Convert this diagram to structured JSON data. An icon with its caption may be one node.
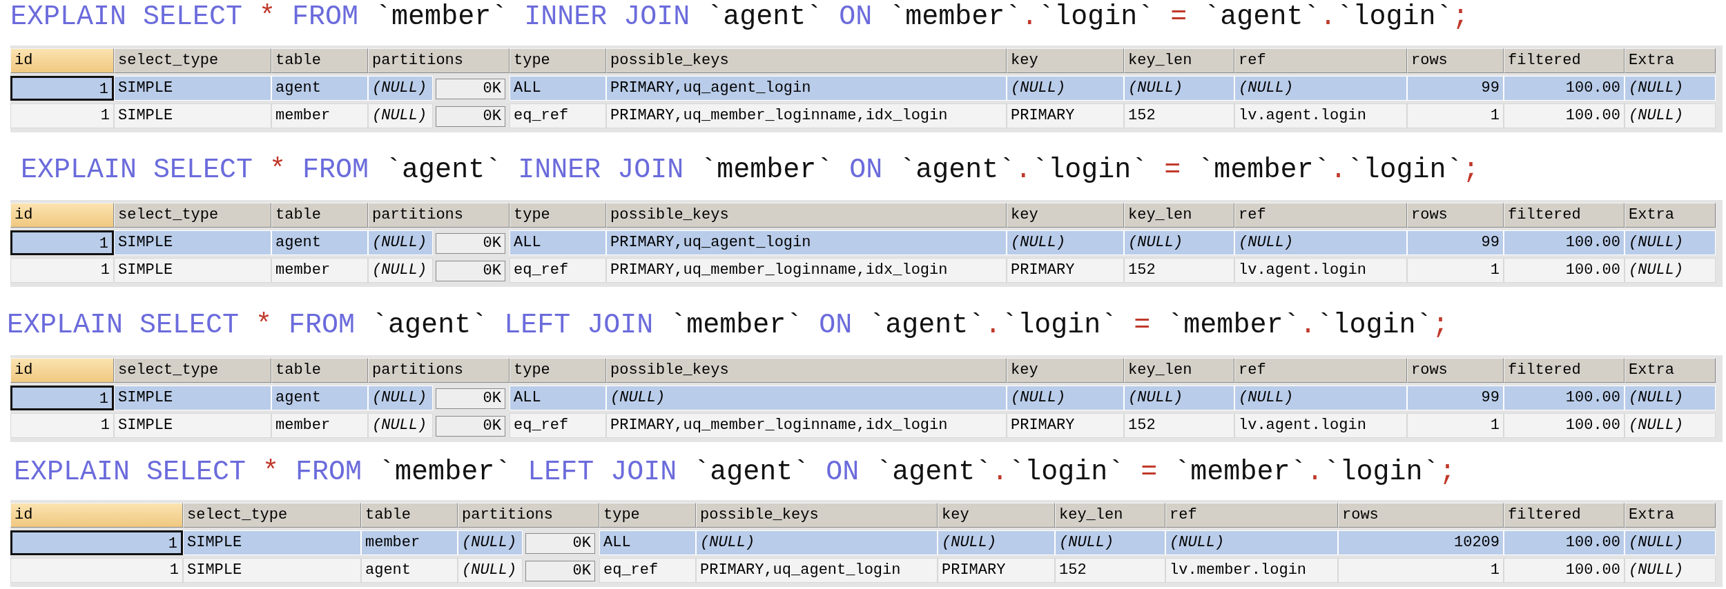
{
  "diagram": {
    "labels": [
      "EXPLAIN SELECT * FROM `member` INNER JOIN `agent` ON `member`.`login` = `agent`.`login`;",
      "id",
      "select_type",
      "table",
      "partitions",
      "type",
      "possible_keys",
      "key",
      "key_len",
      "ref",
      "rows",
      "filtered",
      "Extra",
      "1",
      "SIMPLE",
      "agent",
      "(NULL)",
      "0K",
      "ALL",
      "PRIMARY,uq_agent_login",
      "(NULL)",
      "(NULL)",
      "(NULL)",
      "99",
      "100.00",
      "(NULL)",
      "1",
      "SIMPLE",
      "member",
      "(NULL)",
      "0K",
      "eq_ref",
      "PRIMARY,uq_member_loginname,idx_login",
      "PRIMARY",
      "152",
      "lv.agent.login",
      "1",
      "100.00",
      "(NULL)",
      "EXPLAIN SELECT * FROM `agent` INNER JOIN `member` ON `agent`.`login` = `member`.`login`;",
      "id",
      "select_type",
      "table",
      "partitions",
      "type",
      "possible_keys",
      "key",
      "key_len",
      "ref",
      "rows",
      "filtered",
      "Extra",
      "1",
      "SIMPLE",
      "agent",
      "(NULL)",
      "0K",
      "ALL",
      "PRIMARY,uq_agent_login",
      "(NULL)",
      "(NULL)",
      "(NULL)",
      "99",
      "100.00",
      "(NULL)",
      "1",
      "SIMPLE",
      "member",
      "(NULL)",
      "0K",
      "eq_ref",
      "PRIMARY,uq_member_loginname,idx_login",
      "PRIMARY",
      "152",
      "lv.agent.login",
      "1",
      "100.00",
      "(NULL)",
      "EXPLAIN SELECT * FROM `agent` LEFT JOIN `member` ON `agent`.`login` = `member`.`login`;",
      "id",
      "select_type",
      "table",
      "partitions",
      "type",
      "possible_keys",
      "key",
      "key_len",
      "ref",
      "rows",
      "filtered",
      "Extra",
      "1",
      "SIMPLE",
      "agent",
      "(NULL)",
      "0K",
      "ALL",
      "(NULL)",
      "(NULL)",
      "(NULL)",
      "(NULL)",
      "99",
      "100.00",
      "(NULL)",
      "1",
      "SIMPLE",
      "member",
      "(NULL)",
      "0K",
      "eq_ref",
      "PRIMARY,uq_member_loginname,idx_login",
      "PRIMARY",
      "152",
      "lv.agent.login",
      "1",
      "100.00",
      "(NULL)",
      "EXPLAIN SELECT * FROM `member` LEFT JOIN `agent` ON `agent`.`login` = `member`.`login`;",
      "id",
      "select_type",
      "table",
      "partitions",
      "type",
      "possible_keys",
      "key",
      "key_len",
      "ref",
      "rows",
      "filtered",
      "Extra",
      "1",
      "SIMPLE",
      "member",
      "(NULL)",
      "0K",
      "ALL",
      "(NULL)",
      "(NULL)",
      "(NULL)",
      "(NULL)",
      "10209",
      "100.00",
      "(NULL)",
      "1",
      "SIMPLE",
      "agent",
      "(NULL)",
      "0K",
      "eq_ref",
      "PRIMARY,uq_agent_login",
      "PRIMARY",
      "152",
      "lv.member.login",
      "1",
      "100.00",
      "(NULL)"
    ]
  }
}
